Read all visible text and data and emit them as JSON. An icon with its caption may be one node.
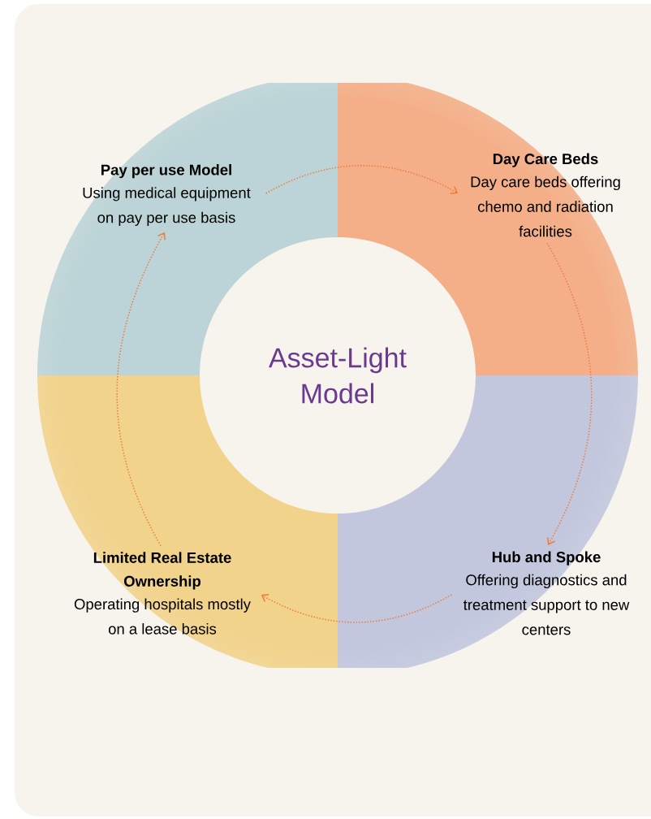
{
  "diagram": {
    "nodes": [
      {
        "text": [
          "Asset-Light Model"
        ]
      },
      {
        "text": [
          "Pay per use Model",
          "Using medical equipment on pay per use basis"
        ]
      },
      {
        "text": [
          "Day Care Beds",
          "Day care beds offering chemo and radiation facilities"
        ]
      },
      {
        "text": [
          "Hub and Spoke",
          "Offering diagnostics and treatment support to new centers"
        ]
      },
      {
        "text": [
          "Limited Real Estate Ownership",
          "Operating hospitals mostly on a lease basis"
        ]
      }
    ],
    "edges": [
      {
        "from": 1,
        "to": 2,
        "arrow": "to"
      },
      {
        "from": 2,
        "to": 3,
        "arrow": "to"
      },
      {
        "from": 3,
        "to": 4,
        "arrow": "to"
      },
      {
        "from": 4,
        "to": 1,
        "arrow": "to"
      }
    ]
  }
}
